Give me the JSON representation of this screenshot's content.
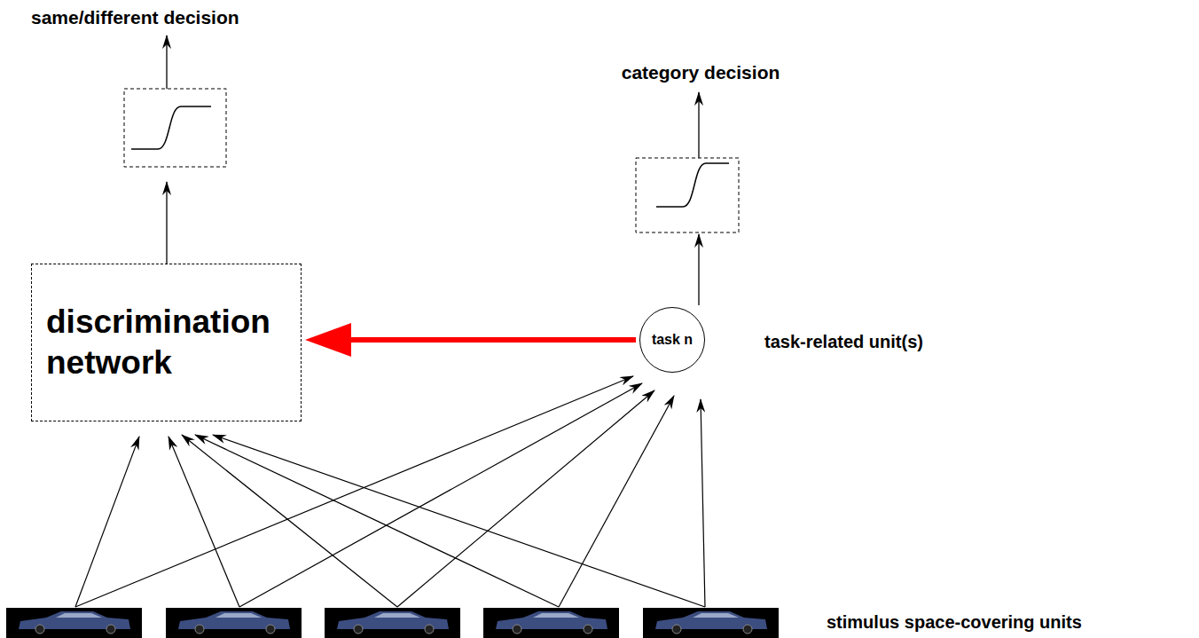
{
  "diagram": {
    "nodes": [
      {
        "text": [
          "discrimination network"
        ]
      },
      {
        "text": [
          "task n"
        ]
      }
    ],
    "edges": [
      {
        "from": 1,
        "to": 0,
        "arrow": "to"
      }
    ],
    "labels": [
      "same/different decision",
      "category decision",
      "task-related unit(s)",
      "stimulus space-covering units"
    ]
  }
}
